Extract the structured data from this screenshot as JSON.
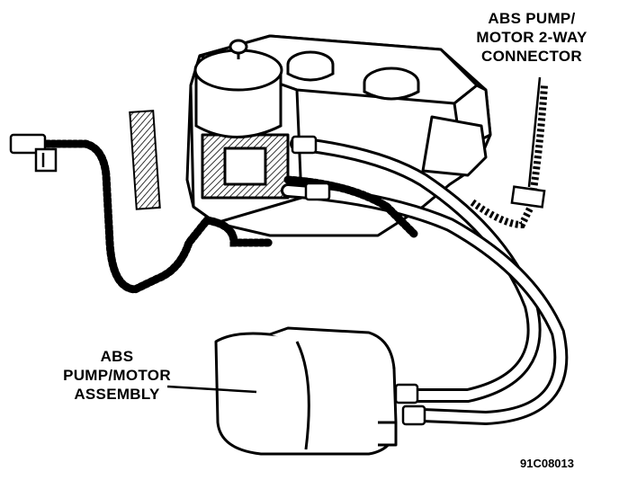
{
  "callouts": {
    "connector": {
      "lines": [
        "ABS PUMP/",
        "MOTOR 2-WAY",
        "CONNECTOR"
      ]
    },
    "assembly": {
      "lines": [
        "ABS",
        "PUMP/MOTOR",
        "ASSEMBLY"
      ]
    }
  },
  "figure_code": "91C08013",
  "colors": {
    "ink": "#000000",
    "paper": "#ffffff"
  }
}
